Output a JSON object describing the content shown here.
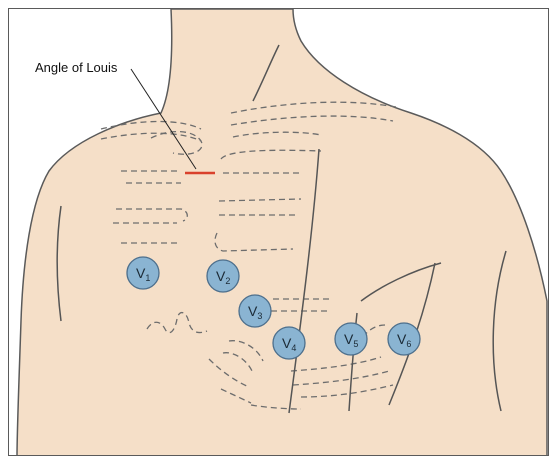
{
  "diagram": {
    "landmark_label": "Angle of Louis",
    "electrodes": [
      {
        "id": "v1",
        "letter": "V",
        "sub": "1"
      },
      {
        "id": "v2",
        "letter": "V",
        "sub": "2"
      },
      {
        "id": "v3",
        "letter": "V",
        "sub": "3"
      },
      {
        "id": "v4",
        "letter": "V",
        "sub": "4"
      },
      {
        "id": "v5",
        "letter": "V",
        "sub": "5"
      },
      {
        "id": "v6",
        "letter": "V",
        "sub": "6"
      }
    ],
    "colors": {
      "skin": "#f5dfc8",
      "electrode_fill": "#8ab4d2",
      "electrode_stroke": "#4d6f8c",
      "angle_marker": "#d9412c",
      "outline": "#555555"
    }
  }
}
